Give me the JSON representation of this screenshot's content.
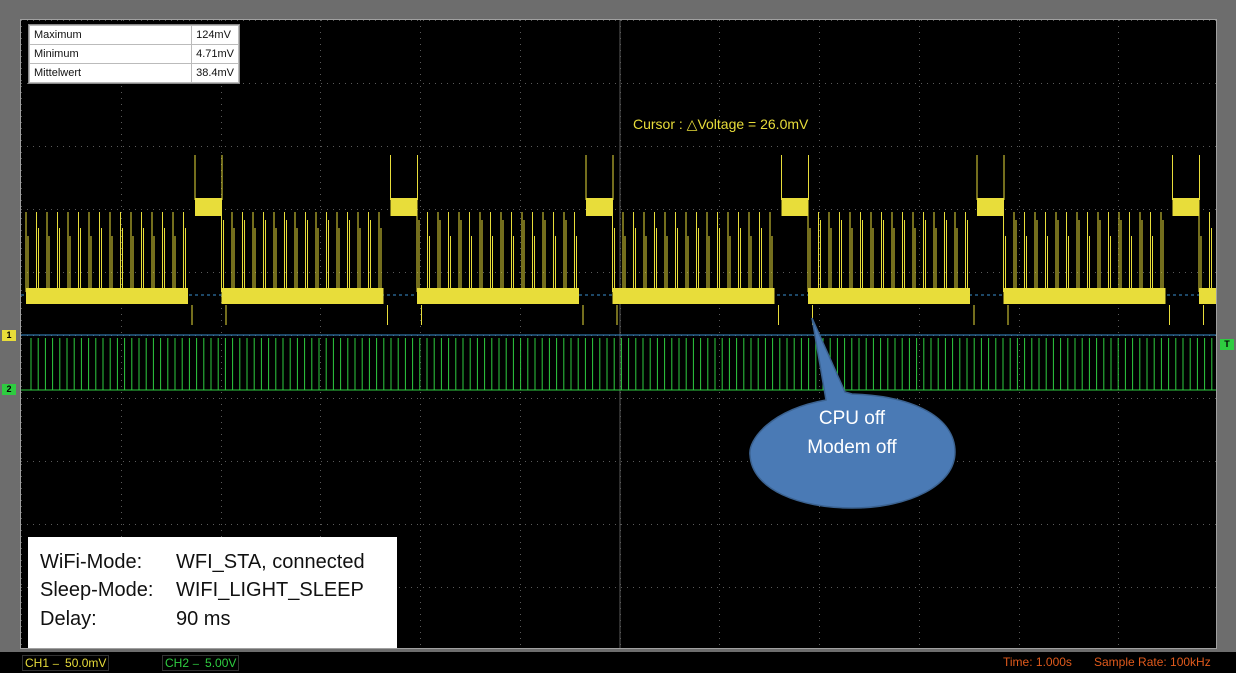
{
  "measurements": [
    {
      "label": "Maximum",
      "value": "124mV"
    },
    {
      "label": "Minimum",
      "value": "4.71mV"
    },
    {
      "label": "Mittelwert",
      "value": "38.4mV"
    }
  ],
  "cursor_readout": "Cursor : △Voltage = 26.0mV",
  "info": {
    "wifi_mode_key": "WiFi-Mode:",
    "wifi_mode_val": "WFI_STA, connected",
    "sleep_mode_key": "Sleep-Mode:",
    "sleep_mode_val": "WIFI_LIGHT_SLEEP",
    "delay_key": "Delay:",
    "delay_val": "90 ms"
  },
  "callout": {
    "line1": "CPU off",
    "line2": "Modem off"
  },
  "markers": {
    "ch1": "1",
    "ch2": "2",
    "trigger": "T"
  },
  "status": {
    "ch1_label": "CH1",
    "ch1_coupling": "---",
    "ch1_scale": "50.0mV",
    "ch2_label": "CH2",
    "ch2_coupling": "---",
    "ch2_scale": "5.00V",
    "time": "Time: 1.000s",
    "sample_rate": "Sample Rate: 100kHz"
  },
  "colors": {
    "ch1": "#e8dd3a",
    "ch2": "#2ecc40",
    "status": "#e05a1c",
    "callout": "#4a7ab5"
  }
}
